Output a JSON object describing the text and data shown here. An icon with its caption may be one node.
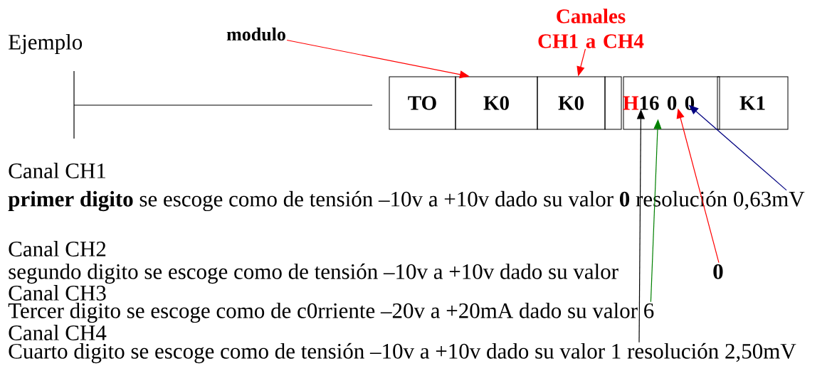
{
  "diagram": {
    "nodes": [
      {
        "text": [
          "modulo"
        ]
      },
      {
        "text": [
          "Canales CH1 a CH4"
        ]
      },
      {
        "text": [
          "TO"
        ]
      },
      {
        "text": [
          "K0"
        ]
      },
      {
        "text": [
          "K0"
        ]
      },
      {
        "text": [],
        "shape": "box"
      },
      {
        "text": [
          "H",
          "16 0 0"
        ]
      },
      {
        "text": [
          "K1"
        ]
      },
      {
        "text": [
          "**primer digito** se escoge como de tensión –10v a +10v dado su valor **0** resolución 0,63mV"
        ]
      },
      {
        "text": [
          "segundo digito se escoge como de tensión –10v a +10v dado su valor",
          "0"
        ]
      },
      {
        "text": [
          "Tercer digito se escoge como de c0rriente –20v a +20mA dado su valor 6"
        ]
      },
      {
        "text": [
          "Cuarto digito se escoge como de tensión –10v a +10v dado su valor 1 resolución 2,50mV"
        ]
      }
    ],
    "edges": [
      {
        "from": 0,
        "to": 3,
        "arrow": "to",
        "color": "#ff0000"
      },
      {
        "from": 1,
        "to": 4,
        "arrow": "to",
        "color": "#ff0000"
      },
      {
        "from": 11,
        "to": 6,
        "arrow": "to",
        "color": "#000000"
      },
      {
        "from": 10,
        "to": 6,
        "arrow": "to",
        "color": "#008000"
      },
      {
        "from": 9,
        "to": 6,
        "arrow": "to",
        "color": "#ff0000"
      },
      {
        "from": 8,
        "to": 6,
        "arrow": "to",
        "color": "#000080"
      }
    ],
    "labels": [
      "Ejemplo",
      "Canal CH1",
      "Canal CH2",
      "Canal CH3",
      "Canal CH4"
    ]
  }
}
